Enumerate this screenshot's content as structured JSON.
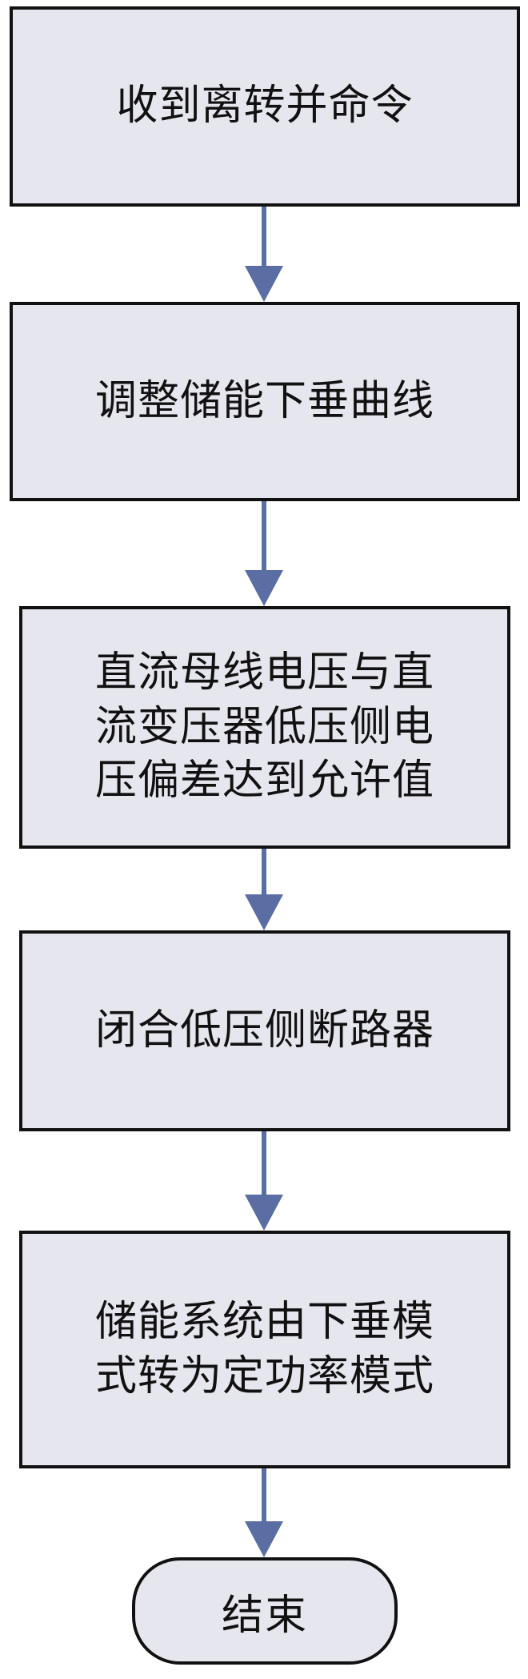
{
  "colors": {
    "box_fill": "#e6e6ee",
    "box_border": "#111111",
    "arrow": "#5a6ea4",
    "text": "#111111"
  },
  "steps": [
    {
      "label": "收到离转并命令"
    },
    {
      "label": "调整储能下垂曲线"
    },
    {
      "label": "直流母线电压与直\n流变压器低压侧电\n压偏差达到允许值"
    },
    {
      "label": "闭合低压侧断路器"
    },
    {
      "label": "储能系统由下垂模\n式转为定功率模式"
    }
  ],
  "end": {
    "label": "结束"
  }
}
